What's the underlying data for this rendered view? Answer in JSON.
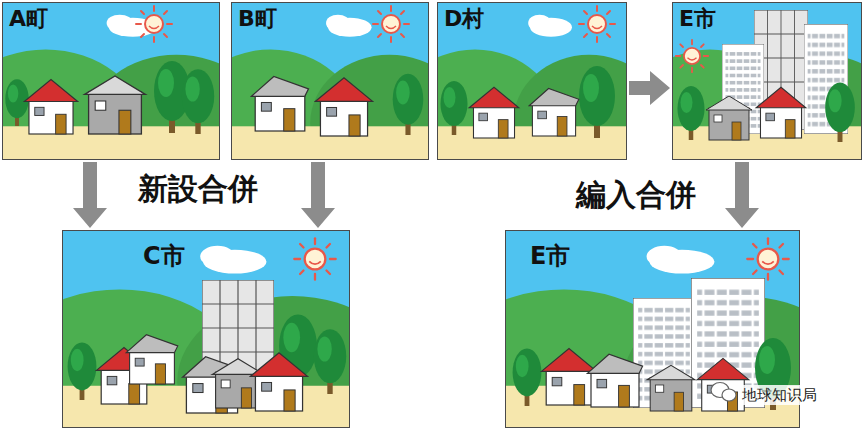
{
  "diagram": {
    "nodes": [
      {
        "text": [
          "A町"
        ]
      },
      {
        "text": [
          "B町"
        ]
      },
      {
        "text": [
          "D村"
        ]
      },
      {
        "text": [
          "E市"
        ]
      },
      {
        "text": [
          "C市"
        ]
      },
      {
        "text": [
          "E市"
        ]
      }
    ],
    "edges": [
      {
        "from": 0,
        "to": 4,
        "arrow": "to"
      },
      {
        "from": 1,
        "to": 4,
        "arrow": "to"
      },
      {
        "from": 2,
        "to": 3,
        "arrow": "to"
      },
      {
        "from": 3,
        "to": 5,
        "arrow": "to"
      }
    ],
    "labels": [
      "新設合併",
      "編入合併",
      "地球知识局"
    ]
  }
}
